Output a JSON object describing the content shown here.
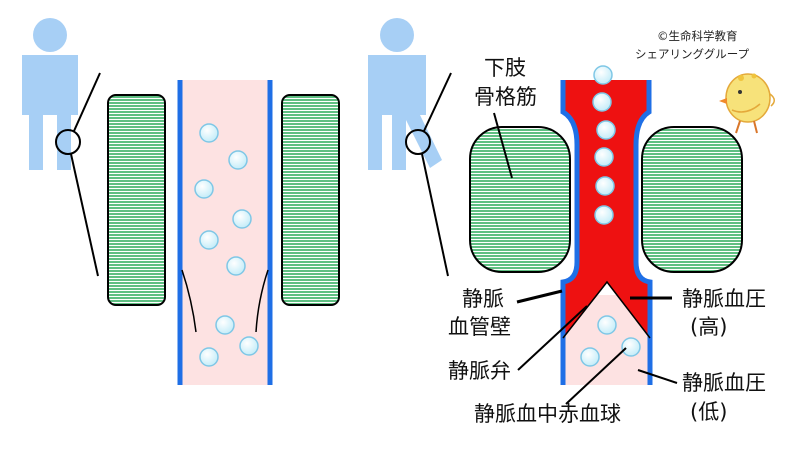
{
  "credit": {
    "line1": "©生命科学教育",
    "line2": "シェアリンググループ"
  },
  "labels": {
    "muscle_line1": "下肢",
    "muscle_line2": "骨格筋",
    "vein_wall_line1": "静脈",
    "vein_wall_line2": "血管壁",
    "valve": "静脈弁",
    "pressure_high_line1": "静脈血圧",
    "pressure_high_line2": "(高)",
    "pressure_low_line1": "静脈血圧",
    "pressure_low_line2": "(低)",
    "red_blood_cell": "静脈血中赤血球"
  },
  "colors": {
    "person": "#a7cff5",
    "muscle_fill": "#5fbf82",
    "muscle_stripe": "#ffffff",
    "vein_wall": "#1f6fe6",
    "blood_low_pressure": "#fde2e2",
    "blood_high_pressure": "#ee1111",
    "cell_fill": "#c9eef9",
    "cell_edge": "#7fc7e6"
  }
}
